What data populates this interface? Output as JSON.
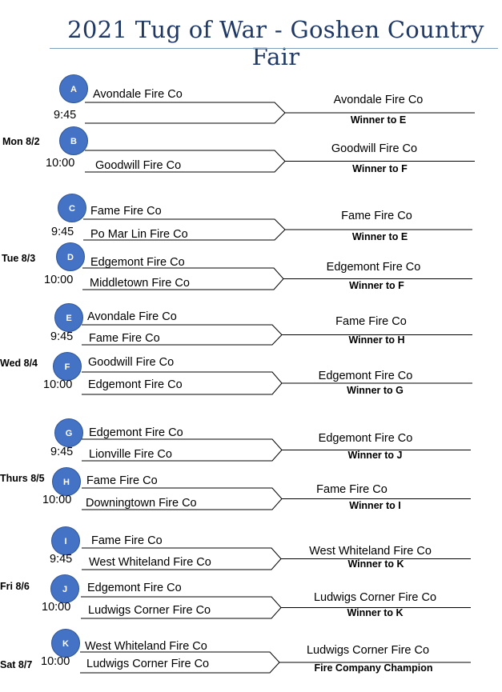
{
  "title": "2021 Tug of War - Goshen Country Fair",
  "days": [
    {
      "label": "Mon 8/2"
    },
    {
      "label": "Tue 8/3"
    },
    {
      "label": "Wed 8/4"
    },
    {
      "label": "Thurs 8/5"
    },
    {
      "label": "Fri 8/6"
    },
    {
      "label": "Sat 8/7"
    }
  ],
  "matches": [
    {
      "id": "A",
      "time": "9:45",
      "team1": "Avondale Fire Co",
      "team2": "",
      "winner": "Avondale Fire Co",
      "advance": "Winner to E"
    },
    {
      "id": "B",
      "time": "10:00",
      "team1": "",
      "team2": "Goodwill Fire Co",
      "winner": "Goodwill Fire Co",
      "advance": "Winner to F"
    },
    {
      "id": "C",
      "time": "9:45",
      "team1": "Fame Fire Co",
      "team2": "Po Mar Lin Fire Co",
      "winner": "Fame Fire Co",
      "advance": "Winner to E"
    },
    {
      "id": "D",
      "time": "10:00",
      "team1": "Edgemont Fire Co",
      "team2": "Middletown Fire Co",
      "winner": "Edgemont Fire Co",
      "advance": "Winner to F"
    },
    {
      "id": "E",
      "time": "9:45",
      "team1": "Avondale Fire Co",
      "team2": "Fame Fire Co",
      "winner": "Fame Fire Co",
      "advance": "Winner to H"
    },
    {
      "id": "F",
      "time": "10:00",
      "team1": "Goodwill Fire Co",
      "team2": "Edgemont Fire Co",
      "winner": "Edgemont Fire Co",
      "advance": "Winner to G"
    },
    {
      "id": "G",
      "time": "9:45",
      "team1": "Edgemont Fire Co",
      "team2": "Lionville Fire Co",
      "winner": "Edgemont Fire Co",
      "advance": "Winner to J"
    },
    {
      "id": "H",
      "time": "10:00",
      "team1": "Fame Fire Co",
      "team2": "Downingtown Fire Co",
      "winner": "Fame Fire Co",
      "advance": "Winner to I"
    },
    {
      "id": "I",
      "time": "9:45",
      "team1": "Fame Fire Co",
      "team2": "West Whiteland Fire Co",
      "winner": "West Whiteland Fire Co",
      "advance": "Winner to K"
    },
    {
      "id": "J",
      "time": "10:00",
      "team1": "Edgemont Fire Co",
      "team2": "Ludwigs Corner Fire Co",
      "winner": "Ludwigs Corner Fire Co",
      "advance": "Winner to K"
    },
    {
      "id": "K",
      "time": "10:00",
      "team1": "West Whiteland Fire Co",
      "team2": "Ludwigs Corner Fire Co",
      "winner": "Ludwigs Corner Fire Co",
      "advance": "Fire Company Champion"
    }
  ],
  "colors": {
    "title": "#1f3864",
    "circle_fill": "#4472c4",
    "circle_text": "#ffffff",
    "lines": "#000000"
  }
}
